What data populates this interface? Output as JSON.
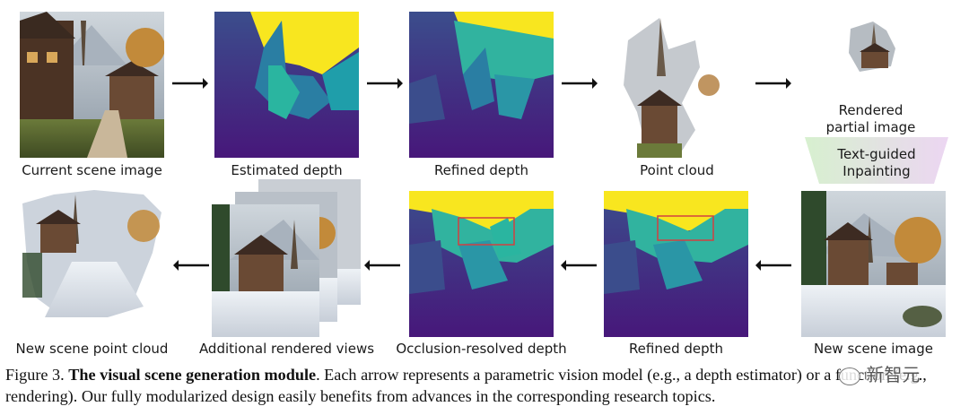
{
  "labels": {
    "current_scene": "Current scene image",
    "estimated_depth": "Estimated depth",
    "refined_depth_top": "Refined depth",
    "point_cloud": "Point cloud",
    "rendered_partial_1": "Rendered",
    "rendered_partial_2": "partial image",
    "inpainting_1": "Text-guided",
    "inpainting_2": "Inpainting",
    "new_scene_image": "New scene image",
    "refined_depth_bottom": "Refined depth",
    "occlusion_resolved": "Occlusion-resolved depth",
    "additional_views": "Additional rendered views",
    "new_point_cloud": "New scene point cloud"
  },
  "caption": {
    "figure": "Figure 3.",
    "title": "The visual scene generation module",
    "text": ". Each arrow represents a parametric vision model (e.g., a depth estimator) or a function (e.g., rendering). Our fully modularized design easily benefits from advances in the corresponding research topics."
  },
  "watermark": "新智元",
  "colors": {
    "depth_far": "#f8e61f",
    "depth_mid": "#2ab5a0",
    "depth_near": "#45116f",
    "box": "#d24040"
  }
}
